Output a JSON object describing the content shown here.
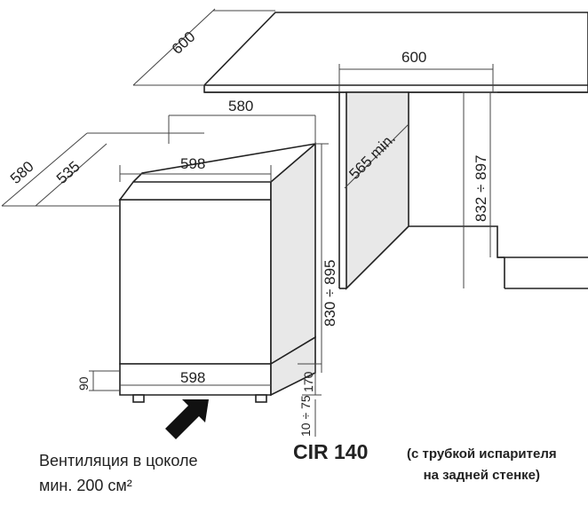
{
  "dimensions": {
    "countertop_depth": "600",
    "cabinet_width": "600",
    "niche_depth": "580",
    "appliance_depth_outer": "580",
    "appliance_depth_inner": "535",
    "appliance_width_top": "598",
    "niche_diagonal": "565 min.",
    "niche_height": "832 ÷ 897",
    "appliance_height": "830 ÷ 895",
    "plinth_height": "90",
    "appliance_width_bottom": "598",
    "plinth_depth": "170",
    "plinth_gap": "10 ÷ 75"
  },
  "captions": {
    "ventilation_line1": "Вентиляция в цоколе",
    "ventilation_line2": "мин. 200 см²",
    "model": "CIR 140",
    "note_line1": "(с трубкой испарителя",
    "note_line2": "на задней стенке)"
  },
  "colors": {
    "panel_gray": "#e8e8e8",
    "line": "#222222",
    "dim_line": "#444444"
  }
}
